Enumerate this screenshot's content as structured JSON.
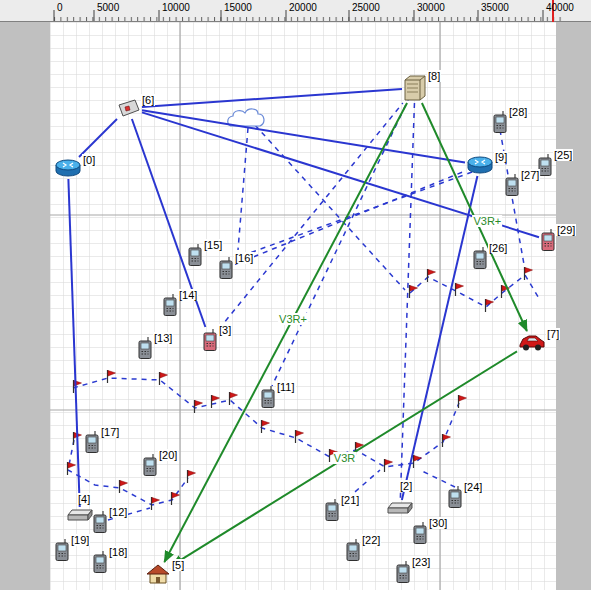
{
  "diagram": {
    "nodes": [
      {
        "text": [
          "[8]"
        ]
      },
      {
        "text": [
          "[6]"
        ]
      },
      {
        "text": [
          "[28]"
        ]
      },
      {
        "text": [
          "[9]"
        ]
      },
      {
        "text": [
          "[0]"
        ]
      },
      {
        "text": [
          "[25]"
        ]
      },
      {
        "text": [
          "[27]"
        ]
      },
      {
        "text": [
          "[29]"
        ]
      },
      {
        "text": [
          "[15]"
        ]
      },
      {
        "text": [
          "[26]"
        ]
      },
      {
        "text": [
          "[16]"
        ]
      },
      {
        "text": [
          "[14]"
        ]
      },
      {
        "text": [
          "[3]"
        ]
      },
      {
        "text": [
          "[7]"
        ]
      },
      {
        "text": [
          "[13]"
        ]
      },
      {
        "text": [
          "[11]"
        ]
      },
      {
        "text": [
          "[17]"
        ]
      },
      {
        "text": [
          "[20]"
        ]
      },
      {
        "text": [
          "[24]"
        ]
      },
      {
        "text": [
          "[4]"
        ]
      },
      {
        "text": [
          "[2]"
        ]
      },
      {
        "text": [
          "[21]"
        ]
      },
      {
        "text": [
          "[12]"
        ]
      },
      {
        "text": [
          "[30]"
        ]
      },
      {
        "text": [
          "[19]"
        ]
      },
      {
        "text": [
          "[22]"
        ]
      },
      {
        "text": [
          "[18]"
        ]
      },
      {
        "text": [
          "[5]"
        ]
      },
      {
        "text": [
          "[23]"
        ]
      }
    ],
    "edges": [
      {
        "from": 1,
        "to": 4,
        "arrow": "none"
      },
      {
        "from": 1,
        "to": 0,
        "arrow": "none"
      },
      {
        "from": 1,
        "to": 3,
        "arrow": "none"
      },
      {
        "from": 1,
        "to": 7,
        "arrow": "none",
        "label": "V3R+"
      },
      {
        "from": 1,
        "to": 12,
        "arrow": "none"
      },
      {
        "from": 4,
        "to": 19,
        "arrow": "none"
      },
      {
        "from": 20,
        "to": 3,
        "arrow": "none"
      },
      {
        "from": 0,
        "to": 27,
        "arrow": "to",
        "label": "V3R+"
      },
      {
        "from": 0,
        "to": 13,
        "arrow": "to"
      },
      {
        "from": 13,
        "to": 27,
        "arrow": "to",
        "label": "V3R"
      },
      {
        "from": 12,
        "to": 0,
        "arrow": "none"
      },
      {
        "from": 0,
        "to": 20,
        "arrow": "none"
      },
      {
        "from": 10,
        "to": 3,
        "arrow": "none"
      }
    ],
    "labels": [
      "0",
      "5000",
      "10000",
      "15000",
      "20000",
      "25000",
      "30000",
      "35000",
      "40000"
    ]
  }
}
